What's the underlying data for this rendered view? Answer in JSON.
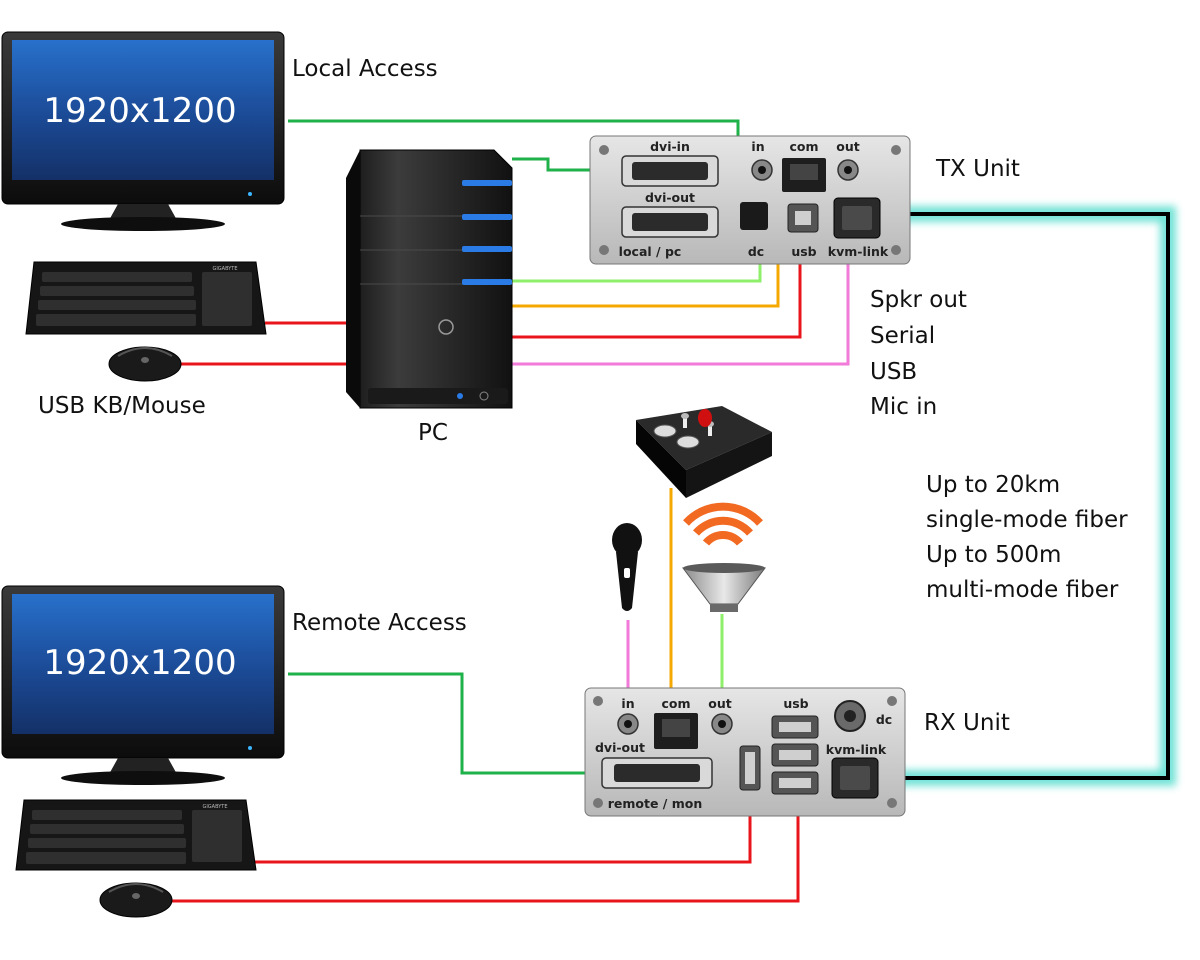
{
  "labels": {
    "local_access": "Local Access",
    "remote_access": "Remote Access",
    "usb_kb_mouse": "USB KB/Mouse",
    "pc": "PC",
    "tx_unit": "TX Unit",
    "rx_unit": "RX Unit"
  },
  "monitor_resolution": [
    "1920x1200",
    "1920x1200"
  ],
  "brand": {
    "keyboard": "GIGABYTE"
  },
  "tx_ports": {
    "dvi_in": "dvi-in",
    "dvi_out": "dvi-out",
    "local_pc": "local / pc",
    "in": "in",
    "com": "com",
    "out": "out",
    "dc": "dc",
    "usb": "usb",
    "kvm_link": "kvm-link"
  },
  "rx_ports": {
    "in": "in",
    "com": "com",
    "out": "out",
    "usb": "usb",
    "dc": "dc",
    "dvi_out": "dvi-out",
    "kvm_link": "kvm-link",
    "remote_mon": "remote / mon"
  },
  "signals": [
    "Spkr out",
    "Serial",
    "USB",
    "Mic in"
  ],
  "fiber_notes": [
    "Up to 20km",
    "single-mode fiber",
    "Up to 500m",
    "multi-mode fiber"
  ],
  "colors": {
    "video": "#1fb24a",
    "usb": "#e8161b",
    "serial": "#f5a800",
    "speaker": "#8ef06a",
    "mic": "#f27ad8",
    "fiber_glow": "#63e0d2",
    "speaker_waves": "#f26a21"
  }
}
